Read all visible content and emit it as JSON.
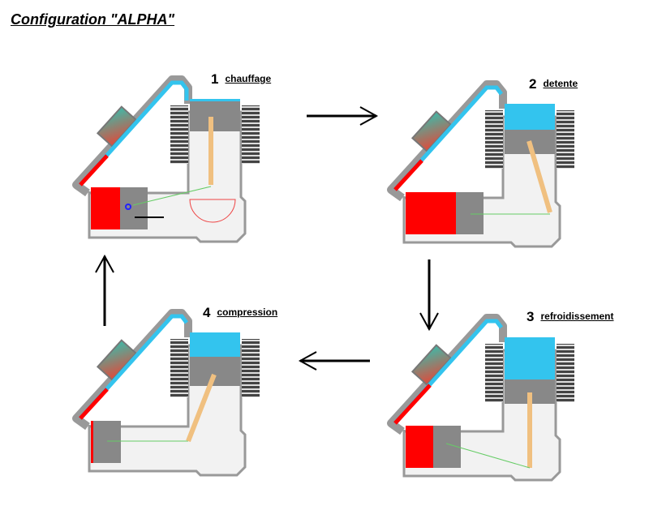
{
  "title": "Configuration  \"ALPHA\"",
  "colors": {
    "hot": "#ff0000",
    "cold": "#33c4ee",
    "metal": "#888888",
    "frame": "#9a9a9a",
    "inside": "#f2f2f2"
  },
  "stages": [
    {
      "number": "1",
      "name": "chauffage"
    },
    {
      "number": "2",
      "name": "detente"
    },
    {
      "number": "3",
      "name": "refroidissement"
    },
    {
      "number": "4",
      "name": "compression"
    }
  ],
  "cycle_arrows": [
    "right",
    "down",
    "left",
    "up"
  ]
}
